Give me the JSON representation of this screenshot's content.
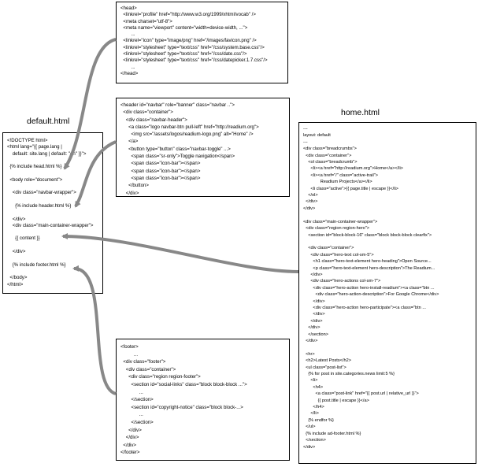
{
  "titles": {
    "default": "default.html",
    "home": "home.html"
  },
  "head_box": [
    "<head>",
    "  <linkrel=\"profile\" href=\"http://www.w3.org/1999/xhtml/vocab\" />",
    "  <meta charset=\"utf-8\">",
    "  <meta name=\"viewport\" content=\"width=device-width, ...\">",
    "        ...",
    "  <linkrel=\"icon\" type=\"image/png\" href=\"/images/favicon.png\" />",
    "  <linkrel=\"stylesheet\" type=\"text/css\" href=\"/css/system.base.css\"/>",
    "  <linkrel=\"stylesheet\" type=\"text/css\" href=\"/css/date.css\"/>",
    "  <linkrel=\"stylesheet\" type=\"text/css\" href=\"/css/datepicker.1.7.css\"/>",
    "        ...",
    "</head>"
  ],
  "header_box": [
    "<header id=\"navbar\" role=\"banner\" class=\"navbar ..\">",
    "  <div class=\"container\">",
    "    <div class=\"navbar-header\">",
    "      <a class=\"logo navbar-btn pull-left\" href=\"http://readium.org\">",
    "        <img src=\"/assets/logos/readium-logo.png\" alt=\"Home\" />",
    "      </a>",
    "      <button type=\"button\" class=\"navbar-toggle\" ...>",
    "        <span class=\"sr-only\">Toggle navigation</span>",
    "        <span class=\"icon-bar\"></span>",
    "        <span class=\"icon-bar\"></span>",
    "        <span class=\"icon-bar\"></span>",
    "      </button>",
    "    </div>"
  ],
  "default_box": [
    "<!DOCTYPE html>",
    "<html lang=\"{{ page.lang |",
    "    default: site.lang | default: \"en\" }}\">",
    "",
    "  {% include head.html %}",
    "",
    "  <body role=\"document\">",
    "",
    "    <div class=\"navbar-wrapper\">",
    "",
    "      {% include header.html %}",
    "",
    "    </div>",
    "    <div class=\"main-container-wrapper\">",
    "",
    "      {{ content }}",
    "",
    "    </div>",
    "",
    "    {% include footer.html %}",
    "",
    "  </body>",
    "</html>"
  ],
  "home_box": [
    "---",
    "layout: default",
    "---",
    "<div class=\"breadcrumbs\">",
    "  <div class=\"container\">",
    "    <ol class=\"breadcrumb\">",
    "      <li><a href=\"http://readium.org\">Home</a></li>",
    "      <li><a href=\"/\" class=\"active-trail\">",
    "              Readium Projects</a></li>",
    "      <li class=\"active\">{{ page.title | escape }}</li>",
    "    </ol>",
    "  </div>",
    "</div>",
    "",
    "<div class=\"main-container-wrapper\">",
    "  <div class=\"region region-hero\">",
    "    <section id=\"block-block-16\" class=\"block block-block clearfix\">",
    "",
    "    <div class=\"container\">",
    "      <div class=\"hero-text col-sm-5\">",
    "        <h1 class=\"hero-text-element hero-heading\">Open Source...",
    "        <p class=\"hero-text-element hero-description\">The Readium...",
    "      </div>",
    "      <div class=\"hero-actions col-sm-7\">",
    "        <div class=\"hero-action hero-install-readium\"><a class=\"btn ...",
    "          <div class=\"hero-action-description\">For Google Chrome</div>",
    "        </div>",
    "        <div class=\"hero-action hero-participate\"><a class=\"btn ...",
    "        </div>",
    "      </div>",
    "    </div>",
    "    </section>",
    "  </div>",
    "",
    "  <hr>",
    "  <h2>Latest Posts</h2>",
    "  <ul class=\"post-list\">",
    "    {% for post in site.categories.news limit:5 %}",
    "      <li>",
    "        <h4>",
    "          <a class=\"post-link\" href=\"{{ post.url | relative_url }}\">",
    "            {{ post.title | escape }}</a>",
    "        </h4>",
    "      </li>",
    "    {% endfor %}",
    "  </ul>",
    "  {% include ad-footer.html %}",
    "  </section>",
    "</div>"
  ],
  "footer_box": [
    "<footer>",
    "          ...",
    "  <div class=\"footer\">",
    "    <div class=\"container\">",
    "      <div class=\"region region-footer\">",
    "        <section id=\"social-links\" class=\"block block-block ...\">",
    "              ...",
    "        </section>",
    "        <section id=\"copyright-notice\" class=\"block block-...>",
    "              ...",
    "        </section>",
    "      </div>",
    "    </div>",
    "  </div>",
    "</footer>"
  ]
}
